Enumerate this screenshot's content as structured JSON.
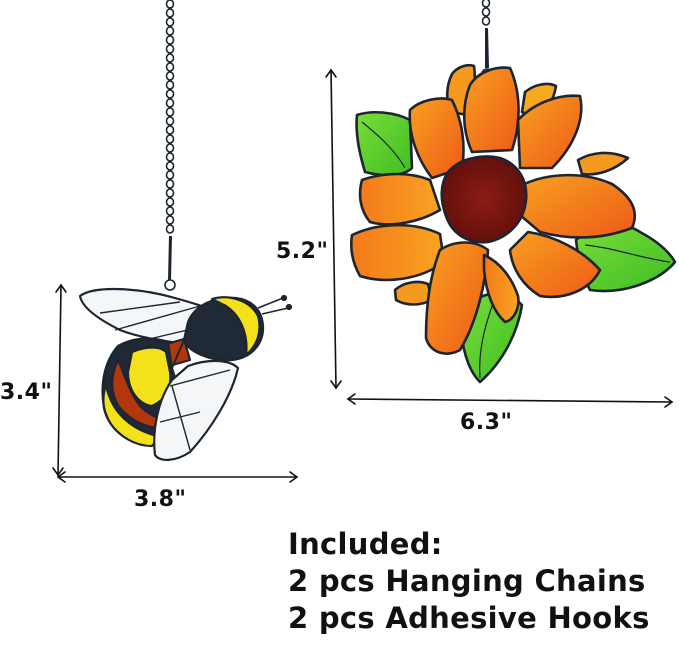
{
  "product_image": {
    "items": [
      {
        "name": "Bee suncatcher",
        "height_label": "3.4\"",
        "width_label": "3.8\""
      },
      {
        "name": "Sunflower suncatcher",
        "height_label": "5.2\"",
        "width_label": "6.3\""
      }
    ],
    "included": {
      "heading": "Included:",
      "lines": [
        "2 pcs Hanging Chains",
        "2 pcs Adhesive Hooks"
      ]
    },
    "colors": {
      "background": "#ffffff",
      "text": "#111111",
      "lead_line": "#1c2530",
      "bee_dark": "#1f2a36",
      "bee_yellow": "#f3e21a",
      "bee_amber": "#b2380c",
      "wing": "#f4f6f8",
      "petal_orange": "#f0621a",
      "petal_light": "#f79a1e",
      "flower_center": "#7a1410",
      "leaf_green": "#5ed12a"
    }
  }
}
